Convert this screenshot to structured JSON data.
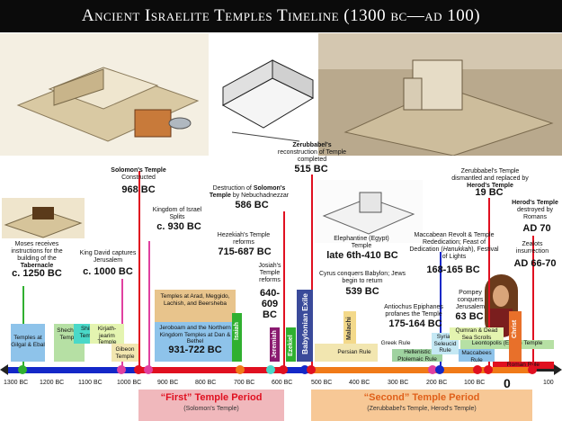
{
  "title": "Ancient Israelite Temples Timeline (1300 bc—ad 100)",
  "colors": {
    "red": "#e01020",
    "blue": "#1428c8",
    "orange": "#f07a18",
    "pink": "#e040a0",
    "green": "#30b030"
  },
  "axis": {
    "ticks": [
      "1300 BC",
      "1200 BC",
      "1100 BC",
      "1000 BC",
      "900 BC",
      "800 BC",
      "700 BC",
      "600 BC",
      "500 BC",
      "400 BC",
      "300 BC",
      "200 BC",
      "100 BC",
      "0",
      "100"
    ]
  },
  "events": {
    "tabernacle": {
      "desc_a": "Moses receives instructions for the building of the",
      "desc_b": "Tabernacle",
      "date": "c. 1250 BC"
    },
    "david": {
      "desc": "King David captures Jerusalem",
      "date": "c. 1000 BC"
    },
    "solomon": {
      "name": "Solomon's Temple",
      "desc": "Constructed",
      "date": "968 BC"
    },
    "split": {
      "desc": "Kingdom of Israel Splits",
      "date": "c. 930 BC"
    },
    "hezekiah": {
      "desc": "Hezekiah's Temple reforms",
      "date": "715-687 BC"
    },
    "josiah": {
      "desc": "Josiah's Temple reforms",
      "date": "640-609 BC"
    },
    "destruction": {
      "desc_a": "Destruction of",
      "name": "Solomon's Temple",
      "desc_b": "by Nebuchadnezzar",
      "date": "586 BC"
    },
    "zerubbabel": {
      "name": "Zerubbabel's",
      "desc": "reconstruction of Temple completed",
      "date": "515 BC"
    },
    "elephantine": {
      "desc": "Elephantine (Egypt) Temple",
      "date": "late 6th-410 BC"
    },
    "cyrus": {
      "desc": "Cyrus conquers Babylon; Jews begin to return",
      "date": "539 BC"
    },
    "maccabean": {
      "desc_a": "Maccabean Revolt & Temple Rededication; Feast of Dedication",
      "desc_i": "Hanukkah",
      "desc_b": "Festival of Lights",
      "date": "168-165 BC"
    },
    "antiochus": {
      "desc": "Antiochus Epiphanes profanes the Temple",
      "date": "175-164 BC"
    },
    "pompey": {
      "desc": "Pompey conquers Jerusalem",
      "date": "63 BC"
    },
    "herod_rebuild": {
      "desc_a": "Zerubbabel's Temple dismantled and replaced by",
      "name": "Herod's Temple",
      "date": "19 BC"
    },
    "herod_destroyed": {
      "name": "Herod's Temple",
      "desc": "destroyed by Romans",
      "date": "AD 70"
    },
    "zealots": {
      "desc": "Zealots insurrection",
      "date": "AD 66-70"
    }
  },
  "bars": {
    "gilgal": "Temples at Gilgal & Ebal",
    "shechem": "Shechem Temple",
    "shiloh": "Shiloh Temple",
    "kirjath": "Kirjath-jearim Temple",
    "gibeon": "Gibeon Temple",
    "arad": "Temples at Arad, Meggido, Lachish, and Beersheba",
    "jeroboam": "Jeroboam and the Northern Kingdom Temples at Dan & Bethel",
    "jeroboam_date": "931-722 BC",
    "persian": "Persian Rule",
    "greek": "Greek Rule",
    "hellenistic": "Hellenistic Ptolemaic Rule",
    "seleucid": "Syrian Seleucid Rule",
    "maccabees": "Maccabees Rule",
    "qumran": "Qumran & Dead Sea Scrolls",
    "leontopolis": "Leontopolis (Egypt) Temple",
    "roman": "Roman Rule"
  },
  "vertical_labels": {
    "isaiah": "Isaiah",
    "jeremiah": "Jeremiah",
    "ezekiel": "Ezekiel",
    "exile": "Babylonian Exile",
    "malachi": "Malachi",
    "christ": "Christ"
  },
  "periods": {
    "first": {
      "title": "“First” Temple Period",
      "sub": "(Solomon's Temple)"
    },
    "second": {
      "title": "“Second” Temple Period",
      "sub": "(Zerubbabel's Temple, Herod's Temple)"
    }
  }
}
